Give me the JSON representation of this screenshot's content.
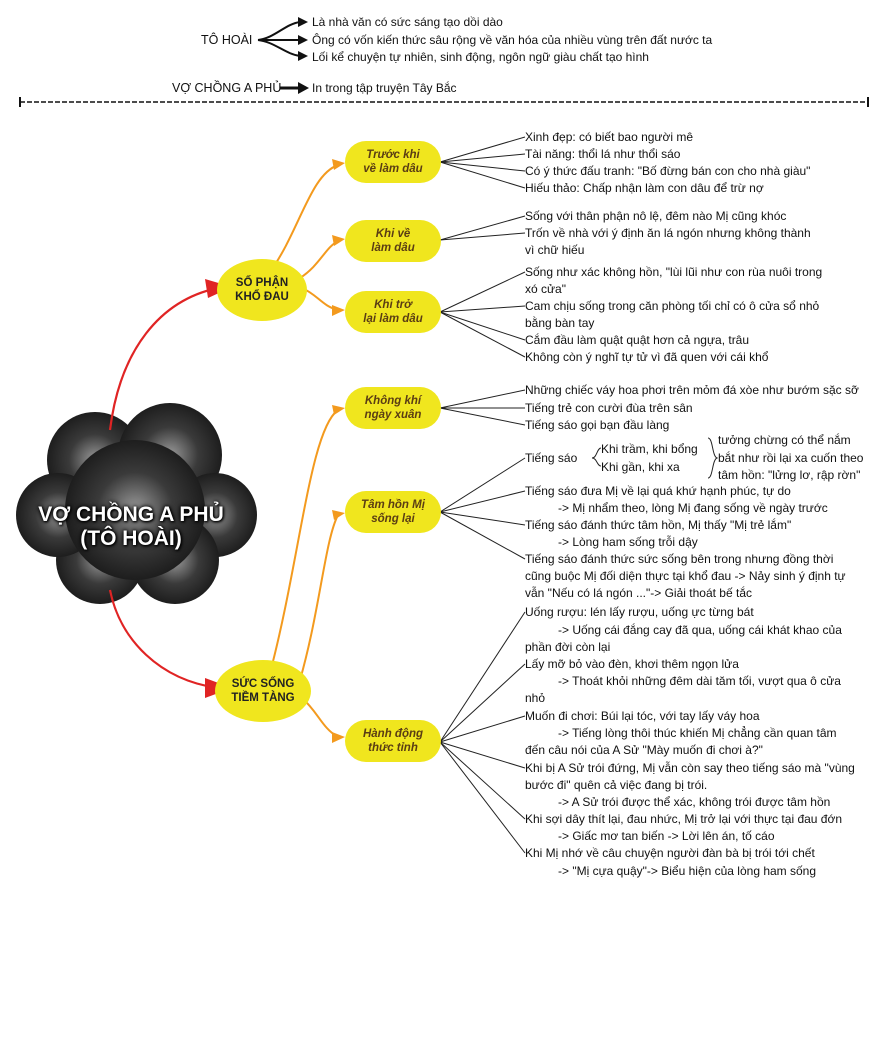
{
  "header": {
    "author": {
      "label": "TÔ HOÀI",
      "points": [
        "Là nhà văn có sức sáng tạo dồi dào",
        "Ông có vốn kiến thức sâu rộng về văn hóa của nhiều vùng trên đất nước ta",
        "Lối kể chuyện tự nhiên, sinh động, ngôn ngữ giàu chất tạo hình"
      ]
    },
    "work": {
      "label": "VỢ CHỒNG A PHỦ",
      "point": "In trong tập truyện Tây Bắc"
    }
  },
  "center": {
    "line1": "VỢ CHỒNG A PHỦ",
    "line2": "(TÔ HOÀI)"
  },
  "branches": {
    "fate": {
      "label": [
        "SỐ PHẬN",
        "KHỔ ĐAU"
      ],
      "sub": {
        "before": {
          "label": [
            "Trước khi",
            "về làm dâu"
          ],
          "items": [
            "Xinh đẹp: có biết bao người mê",
            "Tài năng: thổi lá như thổi sáo",
            "Có ý thức đấu tranh: \"Bố đừng bán con cho nhà giàu\"",
            "Hiếu thảo: Chấp nhận làm con dâu để trừ nợ"
          ]
        },
        "during": {
          "label": [
            "Khi về",
            "làm dâu"
          ],
          "items": [
            "Sống với thân phận nô lệ, đêm nào Mị cũng khóc",
            "Trốn về nhà với ý định ăn lá ngón nhưng không thành",
            "vì chữ hiếu"
          ]
        },
        "after": {
          "label": [
            "Khi trở",
            "lại làm dâu"
          ],
          "items": [
            "Sống như xác không hồn, \"lùi lũi như con rùa nuôi trong",
            "xó cửa\"",
            "Cam chịu sống trong căn phòng tối chỉ có ô cửa sổ nhỏ",
            "bằng bàn tay",
            "Cắm đầu làm quật quật hơn cả ngựa, trâu",
            "Không còn ý nghĩ tự tử vì đã quen với cái khổ"
          ]
        }
      }
    },
    "vitality": {
      "label": [
        "SỨC SỐNG",
        "TIỀM TÀNG"
      ],
      "sub": {
        "spring": {
          "label": [
            "Không khí",
            "ngày xuân"
          ],
          "items": [
            "Những chiếc váy hoa phơi trên mỏm đá xòe như bướm sặc sỡ",
            "Tiếng trẻ con cười đùa trên sân",
            "Tiếng sáo gọi bạn đầu làng"
          ]
        },
        "soul": {
          "label": [
            "Tâm hồn Mị",
            "sống lại"
          ],
          "flute": {
            "label": "Tiếng sáo",
            "kinds": [
              "Khi trầm, khi bổng",
              "Khi gần, khi xa"
            ],
            "desc": [
              "tưởng chừng có thể nắm",
              "bắt như rồi lại xa cuốn theo",
              "tâm hồn: \"lửng lơ, rập rờn\""
            ]
          },
          "items": [
            "Tiếng sáo đưa Mị về lại quá khứ hạnh phúc, tự do",
            "-> Mị nhẩm theo, lòng Mị đang sống về ngày trước",
            "Tiếng sáo đánh thức tâm hồn, Mị thấy \"Mị trẻ lắm\"",
            "-> Lòng ham sống trỗi dậy",
            "Tiếng sáo đánh thức sức sống bên trong nhưng đồng thời",
            "cũng buộc Mị đối diện thực tại khổ đau -> Nảy sinh ý định tự",
            "vẫn \"Nếu có lá ngón ...\"-> Giải thoát bế tắc"
          ]
        },
        "action": {
          "label": [
            "Hành động",
            "thức tỉnh"
          ],
          "items": [
            "Uống rượu: lén lấy rượu, uống ực từng bát",
            "-> Uống cái đắng cay đã qua, uống cái khát khao của",
            "phần đời còn lại",
            "Lấy mỡ bỏ vào đèn, khơi thêm ngọn lửa",
            "-> Thoát khỏi những đêm dài tăm tối, vượt qua ô cửa",
            "nhỏ",
            "Muốn đi chơi: Búi lại tóc, với tay lấy váy hoa",
            "-> Tiếng lòng thôi thúc khiến Mị chẳng cần quan tâm",
            "đến câu nói của A Sử \"Mày muốn đi chơi à?\"",
            "Khi bị A Sử trói đứng, Mị vẫn còn say theo tiếng sáo mà \"vùng",
            "bước đi\" quên cả việc đang bị trói.",
            "-> A Sử trói được thể xác, không trói được tâm hồn",
            "Khi sợi dây thít lại, đau nhức, Mị trở lại với thực tại đau đớn",
            "-> Giấc mơ tan biến -> Lời lên án, tố cáo",
            "Khi Mị nhớ về câu chuyện người đàn bà bị trói tới chết",
            "-> \"Mị cựa quậy\"-> Biểu hiện của lòng ham sống"
          ]
        }
      }
    }
  },
  "colors": {
    "node_fill": "#f0e61e",
    "pill_text": "#5a3d14",
    "arrow_red": "#e02424",
    "arrow_orange": "#f39a1e",
    "line": "#222222"
  }
}
